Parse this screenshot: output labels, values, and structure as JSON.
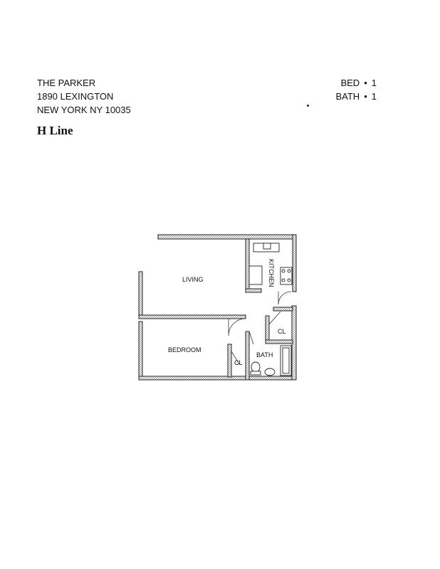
{
  "header": {
    "building": "THE PARKER",
    "street": "1890 LEXINGTON",
    "city": "NEW YORK NY 10035"
  },
  "counts": {
    "bed_label": "BED",
    "bed_value": "1",
    "bath_label": "BATH",
    "bath_value": "1",
    "separator": "•"
  },
  "title": "H Line",
  "plan": {
    "rooms": {
      "living": "LIVING",
      "kitchen": "KITCHEN",
      "bedroom": "BEDROOM",
      "bath": "BATH",
      "closet_1": "CL",
      "closet_2": "CL"
    }
  }
}
